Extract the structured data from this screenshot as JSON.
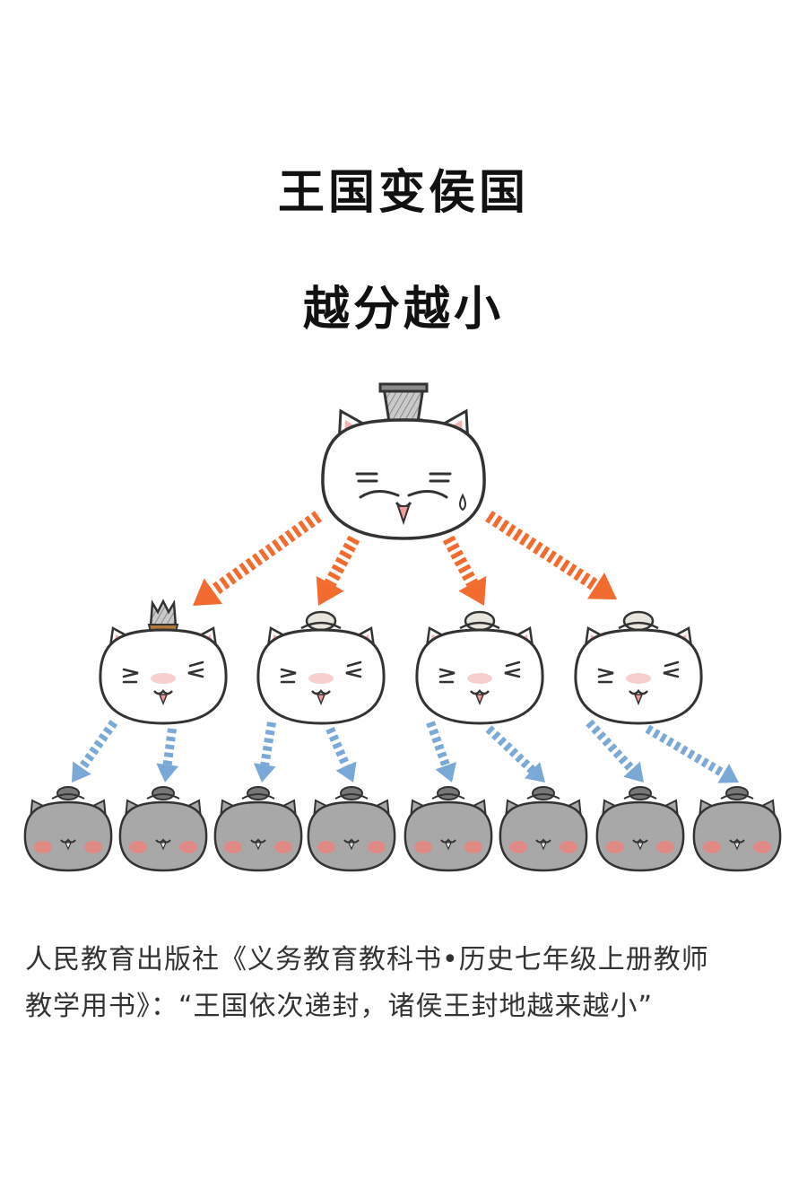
{
  "title": "王国变侯国",
  "subtitle": "越分越小",
  "caption_line1": "人民教育出版社《义务教育教科书•历史七年级上册教师",
  "caption_line2": "教学用书》：“王国依次递封，诸侯王封地越来越小”",
  "colors": {
    "top_arrow": "#f26b2f",
    "lower_arrow": "#7aa9d8",
    "white_cat_fill": "#ffffff",
    "gray_cat_fill": "#a8a8a8",
    "outline": "#333333",
    "blush": "#e08a86"
  },
  "hierarchy": {
    "top": {
      "icon": "king-cat-with-crown-hat",
      "count": 1
    },
    "middle": {
      "icon": "prince-cat",
      "count": 4,
      "children_each": 2
    },
    "bottom": {
      "icon": "marquis-cat",
      "count": 8
    }
  }
}
